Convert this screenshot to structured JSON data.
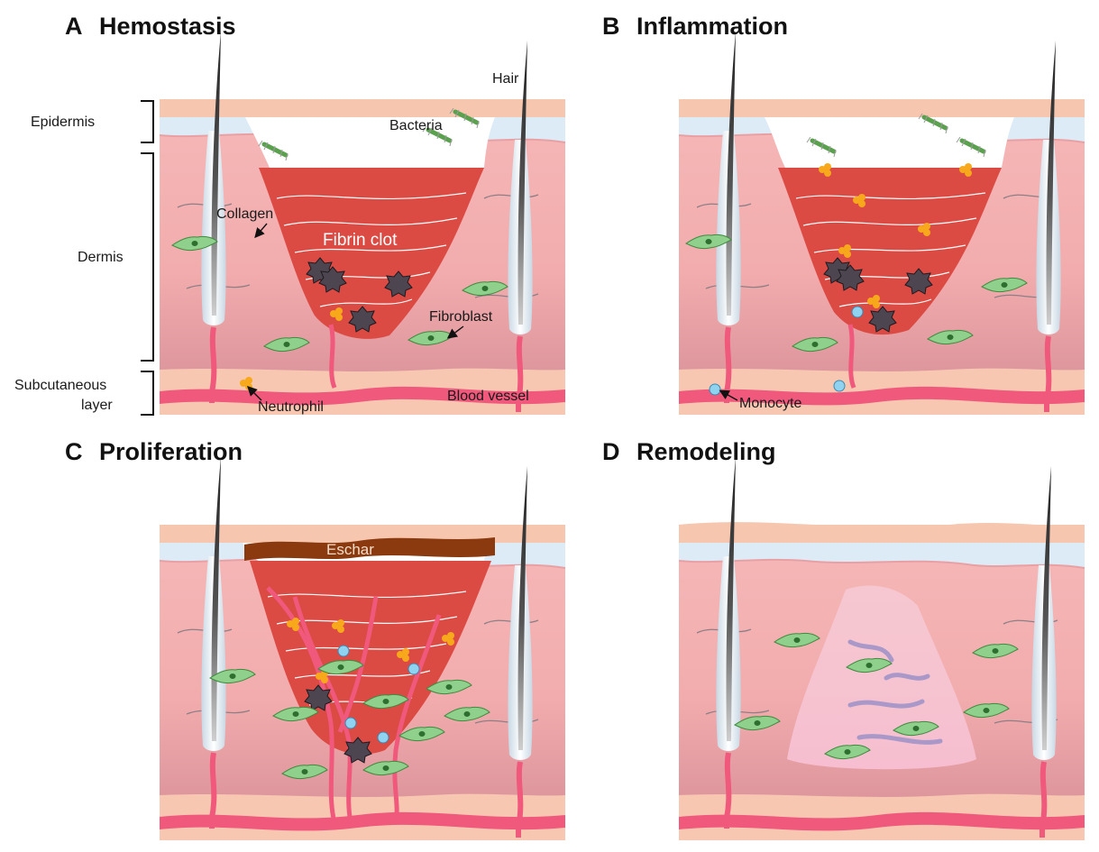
{
  "panels": {
    "a": {
      "letter": "A",
      "title": "Hemostasis"
    },
    "b": {
      "letter": "B",
      "title": "Inflammation"
    },
    "c": {
      "letter": "C",
      "title": "Proliferation"
    },
    "d": {
      "letter": "D",
      "title": "Remodeling"
    }
  },
  "labels": {
    "epidermis": "Epidermis",
    "dermis": "Dermis",
    "subcutaneous_line1": "Subcutaneous",
    "subcutaneous_line2": "layer",
    "hair": "Hair",
    "bacteria": "Bacteria",
    "collagen": "Collagen",
    "fibrin_clot": "Fibrin clot",
    "fibroblast": "Fibroblast",
    "neutrophil": "Neutrophil",
    "blood_vessel": "Blood vessel",
    "monocyte": "Monocyte",
    "eschar": "Eschar"
  },
  "colors": {
    "epidermis_top": "#f6c6ae",
    "epidermis_blue": "#dcebf6",
    "dermis": "#f4b3b3",
    "dermis_deep": "#d98f96",
    "subcutaneous": "#f8c7b2",
    "blood_vessel": "#f0587c",
    "fibrin_clot": "#dc4a44",
    "fibroblast": "#8fd08c",
    "neutrophil": "#f7a81b",
    "monocyte": "#8fd3f0",
    "platelet": "#4d4650",
    "eschar": "#8b3a10",
    "scar": "#f9c9d8"
  }
}
